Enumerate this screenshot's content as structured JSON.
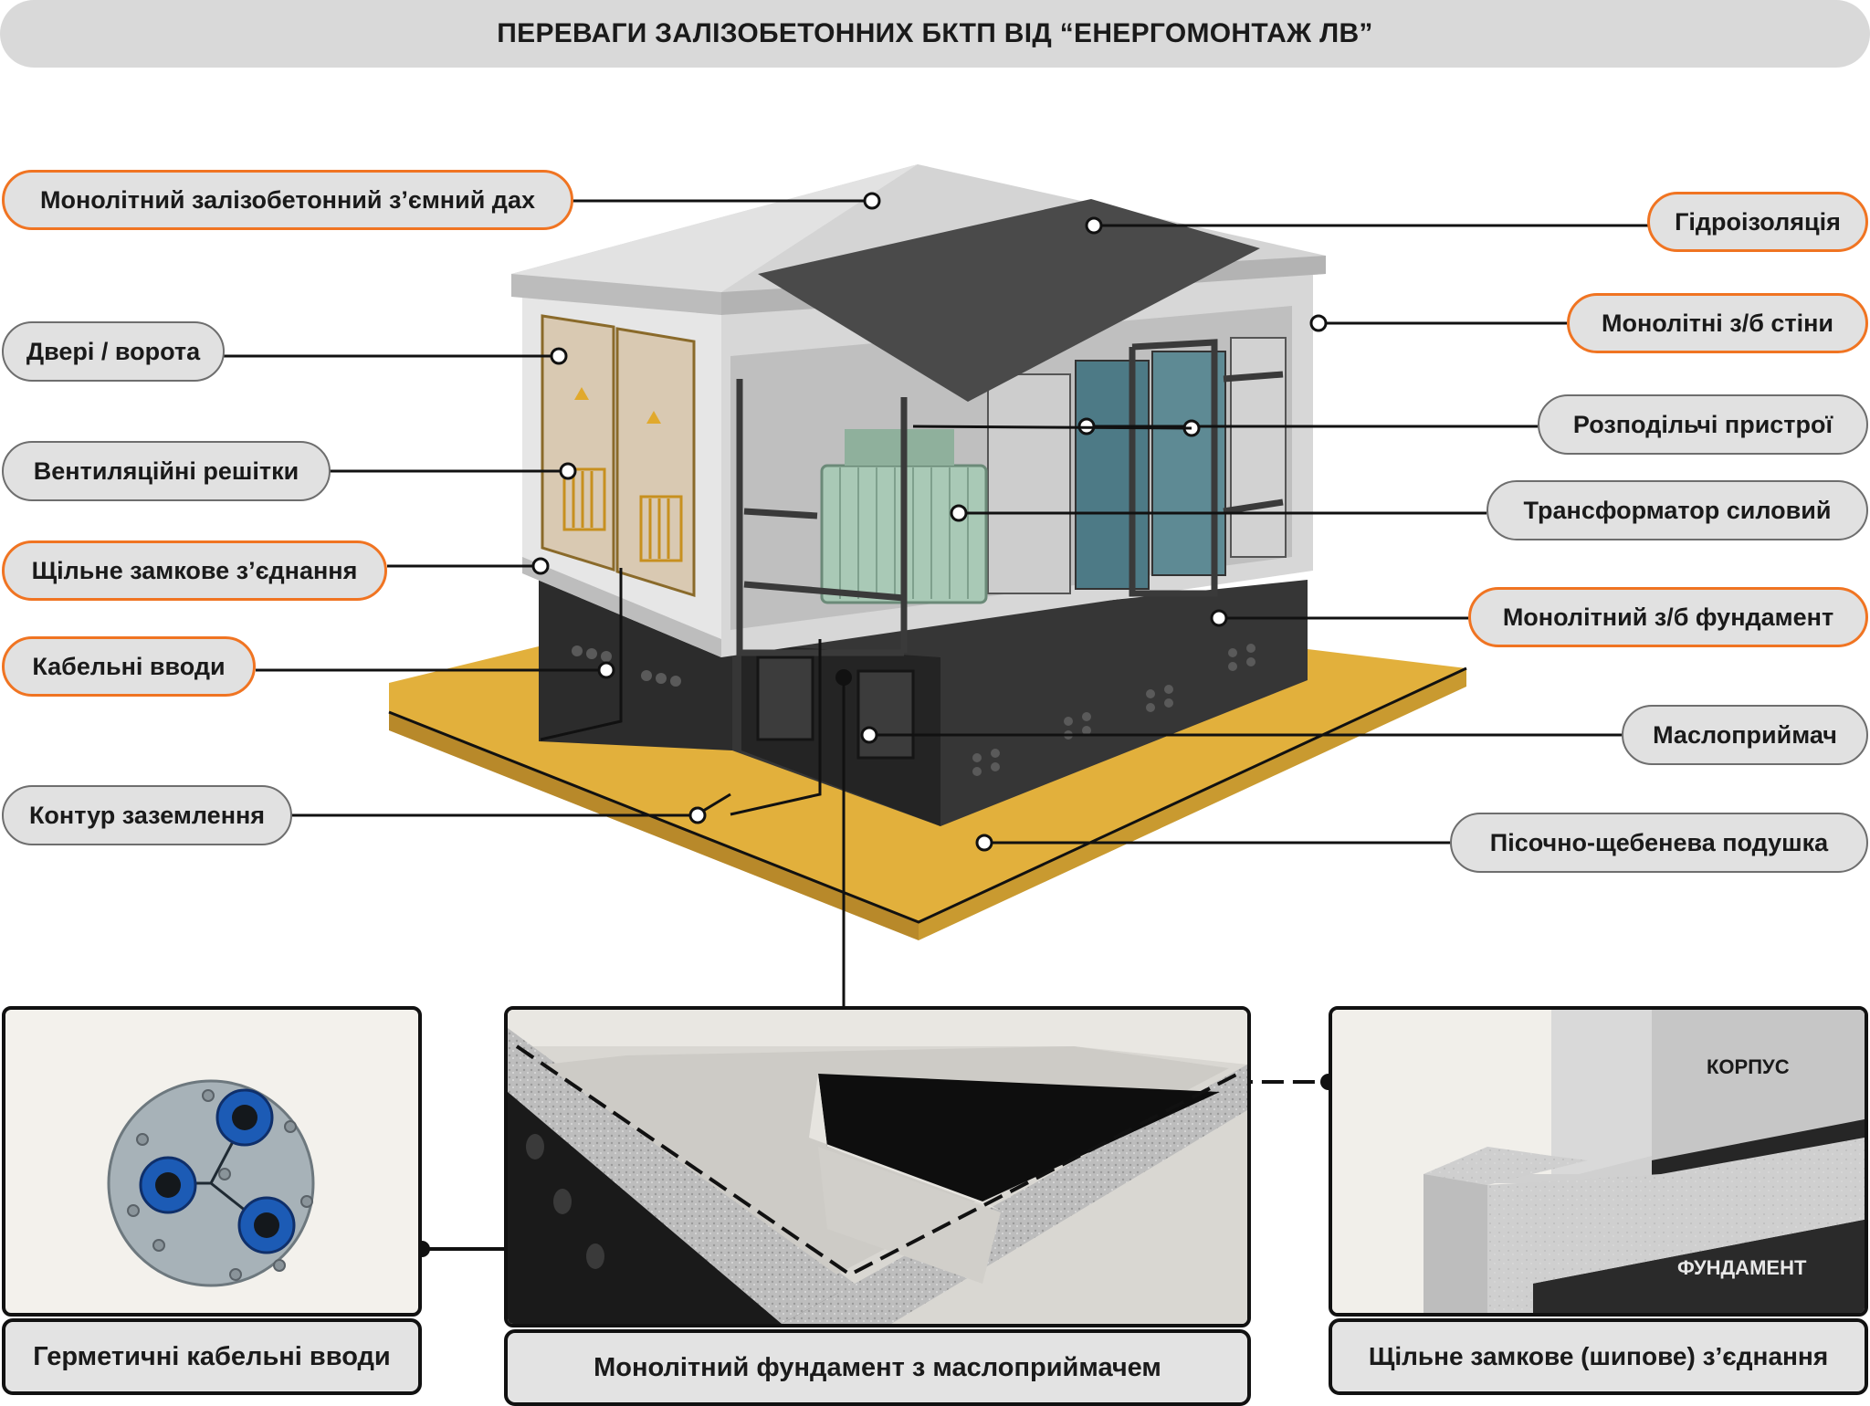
{
  "title": "ПЕРЕВАГИ ЗАЛІЗОБЕТОННИХ БКТП ВІД “ЕНЕРГОМОНТАЖ ЛВ”",
  "colors": {
    "accent_border": "#f07422",
    "label_fill": "#e1e1e1",
    "sand": "#e2b03c",
    "roof_membrane": "#4a4a4a",
    "foundation": "#2f2f2f"
  },
  "left_labels": [
    {
      "text": "Монолітний залізобетонний з’ємний дах",
      "accent": true
    },
    {
      "text": "Двері / ворота",
      "accent": false
    },
    {
      "text": "Вентиляційні решітки",
      "accent": false
    },
    {
      "text": "Щільне замкове з’єднання",
      "accent": true
    },
    {
      "text": "Кабельні вводи",
      "accent": true
    },
    {
      "text": "Контур заземлення",
      "accent": false
    }
  ],
  "right_labels": [
    {
      "text": "Гідроізоляція",
      "accent": true
    },
    {
      "text": "Монолітні з/б стіни",
      "accent": true
    },
    {
      "text": "Розподільчі пристрої",
      "accent": false
    },
    {
      "text": "Трансформатор силовий",
      "accent": false
    },
    {
      "text": "Монолітний з/б фундамент",
      "accent": true
    },
    {
      "text": "Маслоприймач",
      "accent": false
    },
    {
      "text": "Пісочно-щебенева подушка",
      "accent": false
    }
  ],
  "panels": [
    {
      "caption": "Герметичні кабельні вводи"
    },
    {
      "caption": "Монолітний фундамент з маслоприймачем"
    },
    {
      "caption": "Щільне замкове (шипове) з’єднання",
      "top_label": "КОРПУС",
      "bottom_label": "ФУНДАМЕНТ"
    }
  ]
}
